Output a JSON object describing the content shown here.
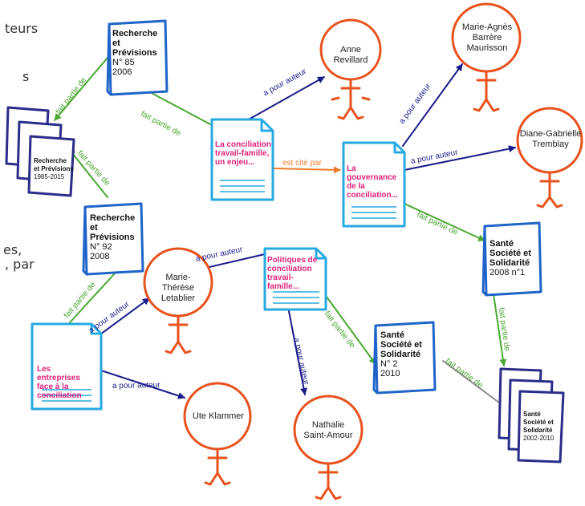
{
  "background_text": [
    "teurs",
    "s",
    "es,",
    ", par"
  ],
  "documents": {
    "conciliation_enjeu": "La conciliation travail-famille, un enjeu...",
    "gouvernance": "La gouvernance de la conciliation...",
    "politiques": "Politiques de conciliation travail-famille...",
    "entreprises": "Les entreprises face à la conciliation"
  },
  "persons": {
    "anne_revillard": "Anne Revillard",
    "marie_agnes": "Marie-Agnès Barrère Maurisson",
    "diane_gabrielle": "Diane-Gabrielle Tremblay",
    "marie_therese": "Marie-Thérèse Letablier",
    "ute_klammer": "Ute Klammer",
    "nathalie": "Nathalie Saint-Amour"
  },
  "issues": {
    "rp85": {
      "title": "Recherche et Prévisions",
      "number": "N° 85",
      "year": "2006"
    },
    "rp92": {
      "title": "Recherche et Prévisions",
      "number": "N° 92",
      "year": "2008"
    },
    "sss2008": {
      "title": "Santé Société et Solidarité",
      "number": "2008 n°1"
    },
    "sss2010": {
      "title": "Santé Société et Solidarité",
      "number": "N° 2",
      "year": "2010"
    }
  },
  "collections": {
    "rp": {
      "title": "Recherche et Prévisions",
      "years": "1985-2015"
    },
    "sss": {
      "title": "Santé Société et Solidarité",
      "years": "2002-2010"
    }
  },
  "relations": {
    "author": "a pour auteur",
    "part_of": "fait partie de",
    "cited_by": "est cité par"
  },
  "colors": {
    "person": "#e8521d",
    "document": "#27a9e1",
    "book": "#1f64c8",
    "collection": "#2b2c8a",
    "author_edge": "#1a1a8c",
    "part_edge": "#4aa832",
    "cite_edge": "#f07a2a",
    "gray_edge": "#8a8a8a",
    "doc_title": "#e0207a"
  }
}
